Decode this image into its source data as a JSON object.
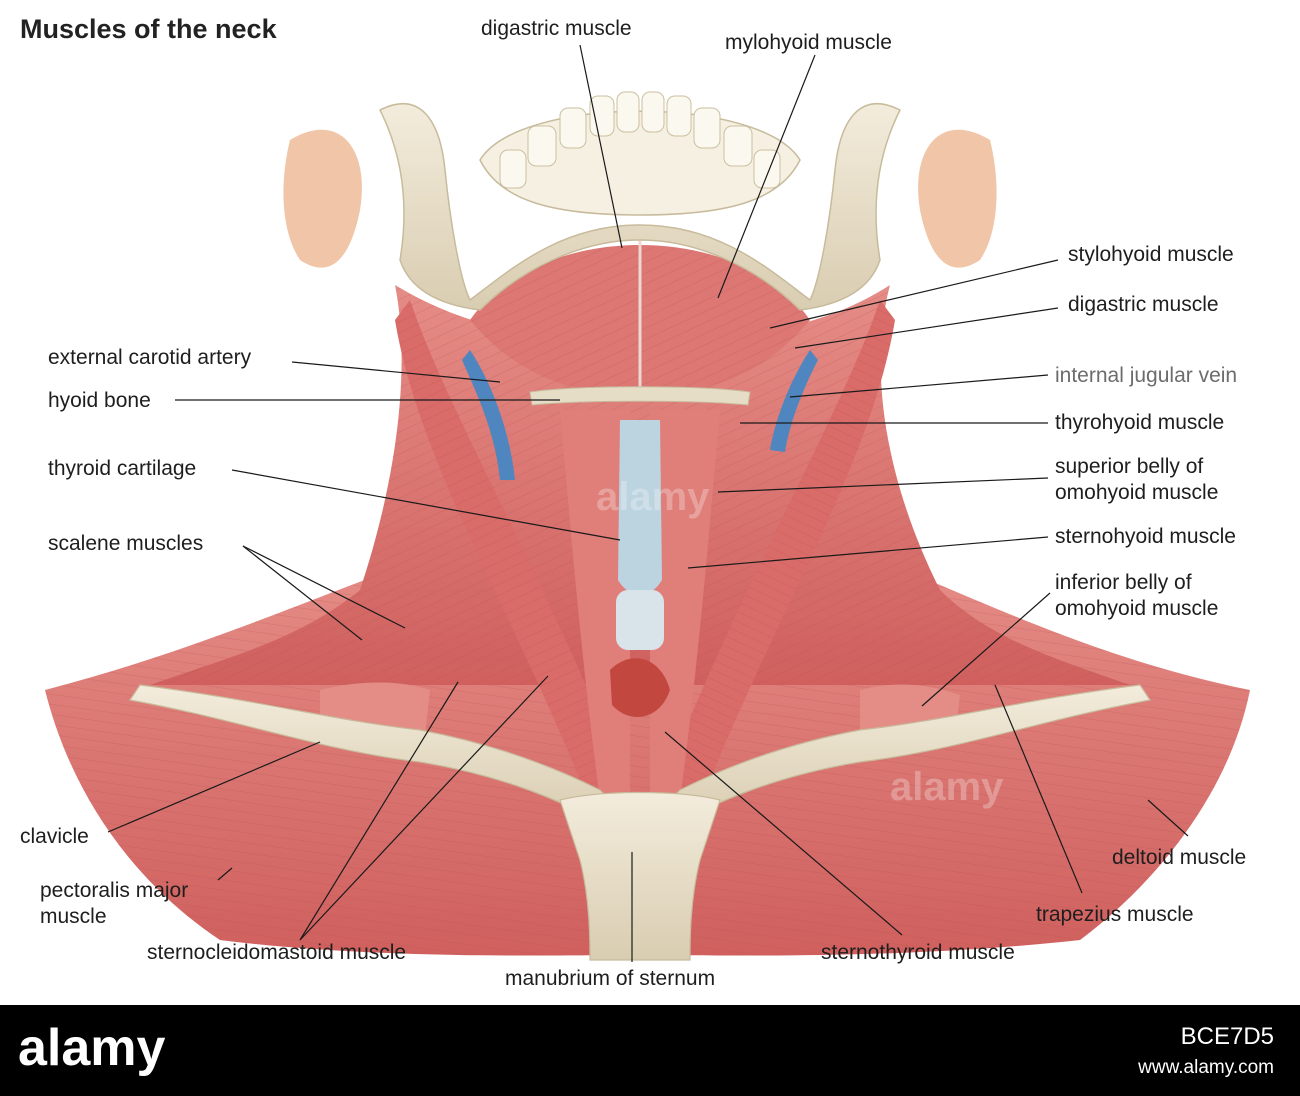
{
  "title": "Muscles of the neck",
  "colors": {
    "muscle": "#d8706e",
    "muscle_light": "#e89a92",
    "bone": "#ede4cf",
    "bone_shade": "#cfc3a6",
    "cartilage": "#bcd3e0",
    "vein": "#4f86bf",
    "artery": "#c2473f",
    "tendon": "#e6ecef"
  },
  "labels": {
    "digastric_top": "digastric muscle",
    "mylohyoid": "mylohyoid muscle",
    "stylohyoid": "stylohyoid muscle",
    "digastric_right": "digastric muscle",
    "internal_jugular": "internal jugular vein",
    "thyrohyoid": "thyrohyoid muscle",
    "superior_omo_1": "superior belly of",
    "superior_omo_2": "omohyoid muscle",
    "sternohyoid": "sternohyoid muscle",
    "inferior_omo_1": "inferior belly of",
    "inferior_omo_2": "omohyoid muscle",
    "external_carotid": "external carotid artery",
    "hyoid_bone": "hyoid bone",
    "thyroid_cartilage": "thyroid cartilage",
    "scalene": "scalene muscles",
    "clavicle": "clavicle",
    "pectoralis_1": "pectoralis major",
    "pectoralis_2": "muscle",
    "sternocleidomastoid": "sternocleidomastoid muscle",
    "manubrium": "manubrium of sternum",
    "sternothyroid": "sternothyroid muscle",
    "deltoid": "deltoid muscle",
    "trapezius": "trapezius muscle"
  },
  "watermark": {
    "brand": "alamy",
    "image_id": "BCE7D5",
    "url": "www.alamy.com"
  }
}
